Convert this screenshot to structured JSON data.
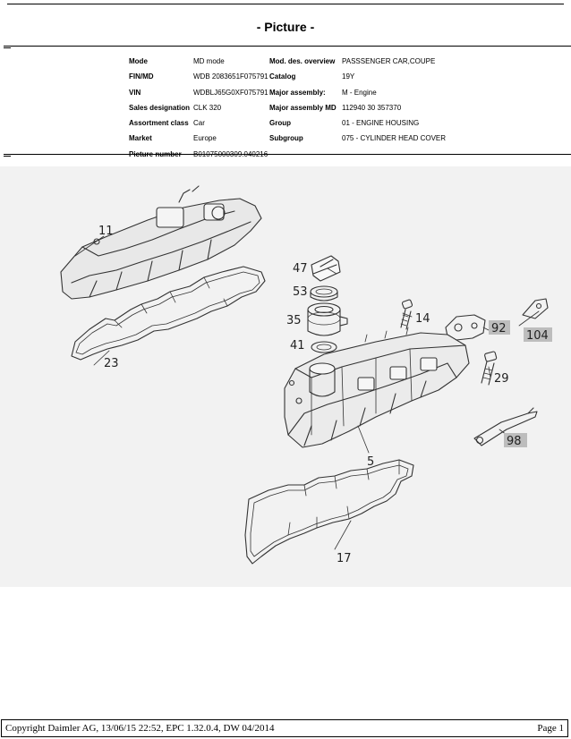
{
  "title": "- Picture -",
  "info_left": [
    {
      "label": "Mode",
      "value": "MD mode"
    },
    {
      "label": "FIN/MD",
      "value": "WDB 2083651F075791"
    },
    {
      "label": "VIN",
      "value": "WDBLJ65G0XF075791"
    },
    {
      "label": "Sales designation",
      "value": "CLK 320"
    },
    {
      "label": "Assortment class",
      "value": "Car"
    },
    {
      "label": "Market",
      "value": "Europe"
    },
    {
      "label": "Picture number",
      "value": "B01075000309.040216"
    }
  ],
  "info_right": [
    {
      "label": "Mod. des. overview",
      "value": "PASSSENGER CAR,COUPE"
    },
    {
      "label": "Catalog",
      "value": "19Y"
    },
    {
      "label": "Major assembly:",
      "value": "M - Engine"
    },
    {
      "label": "Major assembly MD",
      "value": "112940 30 357370"
    },
    {
      "label": "Group",
      "value": "01 - ENGINE HOUSING"
    },
    {
      "label": "Subgroup",
      "value": "075 - CYLINDER HEAD COVER"
    }
  ],
  "diagram": {
    "callouts": [
      "11",
      "23",
      "47",
      "53",
      "35",
      "41",
      "14",
      "92",
      "104",
      "29",
      "5",
      "98",
      "17"
    ],
    "highlighted": [
      "92",
      "104",
      "98"
    ]
  },
  "footer": {
    "copyright": "Copyright Daimler AG, 13/06/15 22:52, EPC 1.32.0.4, DW 04/2014",
    "page": "Page 1"
  }
}
